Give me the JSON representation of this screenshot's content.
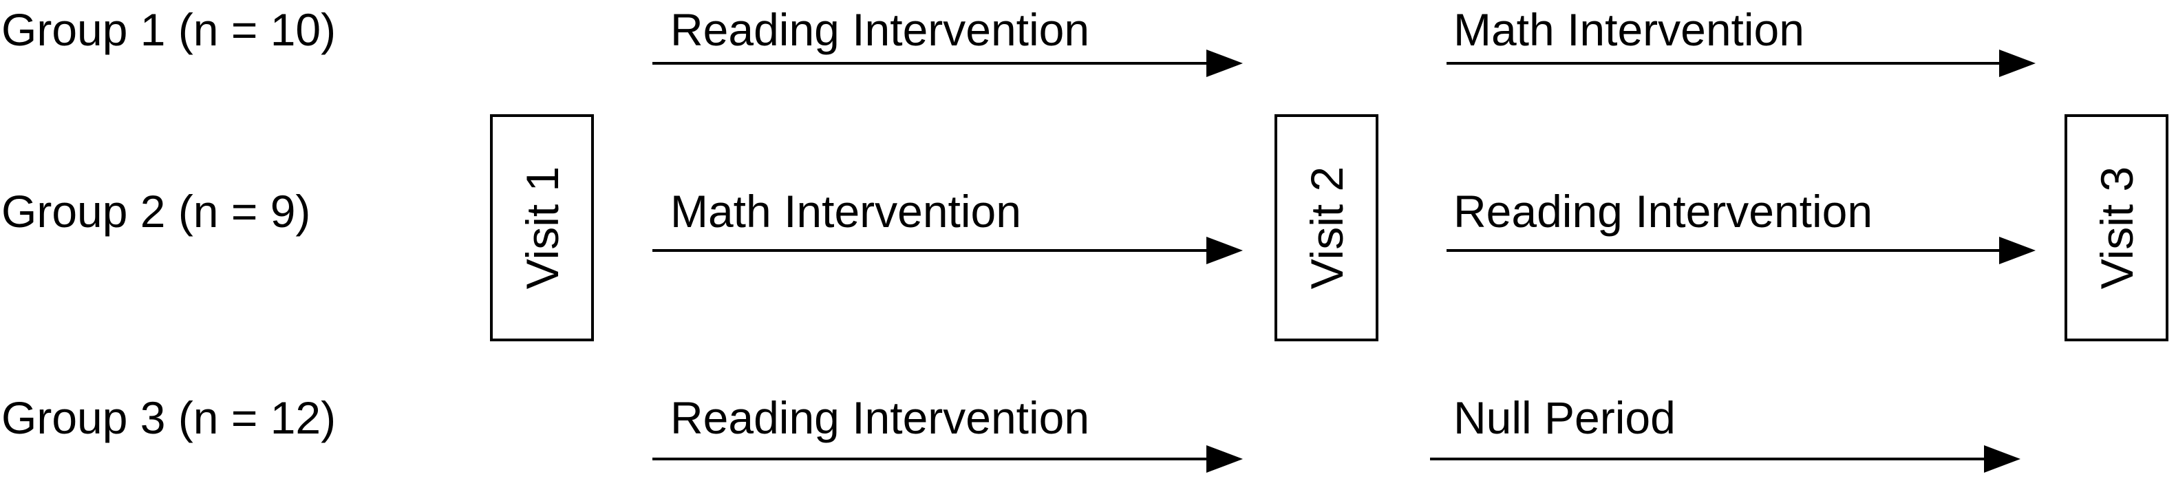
{
  "groups": [
    {
      "label": "Group 1 (n = 10)",
      "period1": "Reading Intervention",
      "period2": "Math Intervention"
    },
    {
      "label": "Group 2 (n = 9)",
      "period1": "Math Intervention",
      "period2": "Reading Intervention"
    },
    {
      "label": "Group 3 (n = 12)",
      "period1": "Reading Intervention",
      "period2": "Null Period"
    }
  ],
  "visits": [
    {
      "label": "Visit 1"
    },
    {
      "label": "Visit 2"
    },
    {
      "label": "Visit 3"
    }
  ],
  "colors": {
    "line": "#000000",
    "background": "#ffffff"
  }
}
